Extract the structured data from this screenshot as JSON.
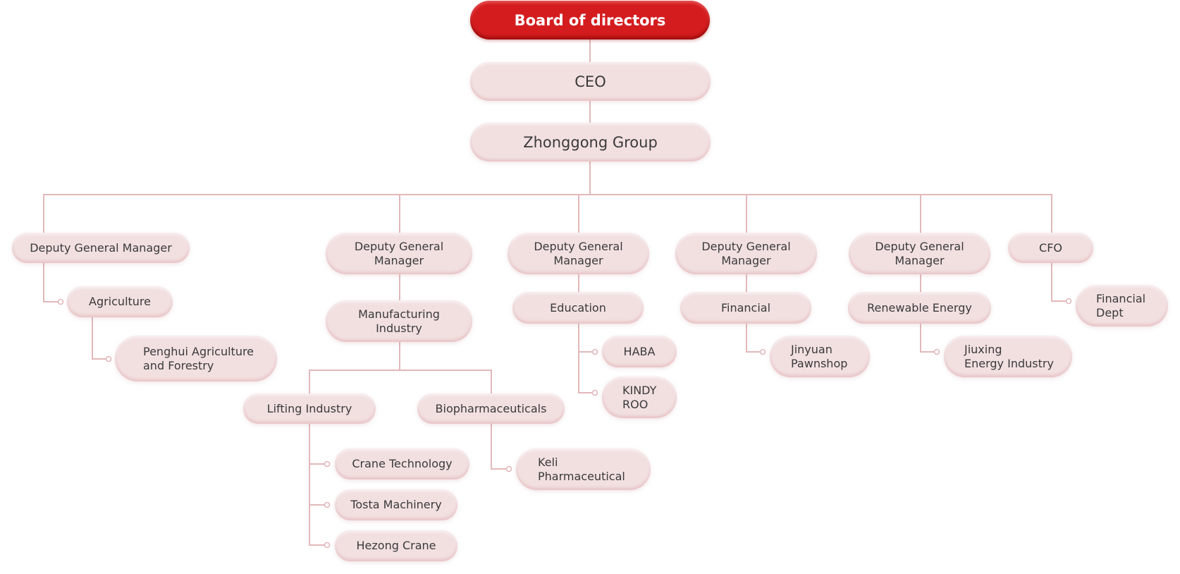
{
  "colors": {
    "board": "#d41c1f",
    "node_fill": "#f2e0e1",
    "line": "#e2b8ba",
    "text": "#3a3a3a"
  },
  "nodes": {
    "board": "Board of directors",
    "ceo": "CEO",
    "group": "Zhonggong Group",
    "dgm1": "Deputy General Manager",
    "agriculture": "Agriculture",
    "penghui": "Penghui Agriculture\nand Forestry",
    "dgm2": "Deputy General\nManager",
    "manufacturing": "Manufacturing\nIndustry",
    "lifting": "Lifting Industry",
    "biopharma": "Biopharmaceuticals",
    "crane_tech": "Crane Technology",
    "tosta": "Tosta Machinery",
    "hezong": "Hezong Crane",
    "keli": "Keli\nPharmaceutical",
    "dgm3": "Deputy General\nManager",
    "education": "Education",
    "haba": "HABA",
    "kindy": "KINDY\nROO",
    "dgm4": "Deputy General\nManager",
    "financial": "Financial",
    "jinyuan": "Jinyuan\nPawnshop",
    "dgm5": "Deputy General\nManager",
    "renewable": "Renewable Energy",
    "jiuxing": "Jiuxing\nEnergy Industry",
    "cfo": "CFO",
    "fin_dept": "Financial\nDept"
  }
}
